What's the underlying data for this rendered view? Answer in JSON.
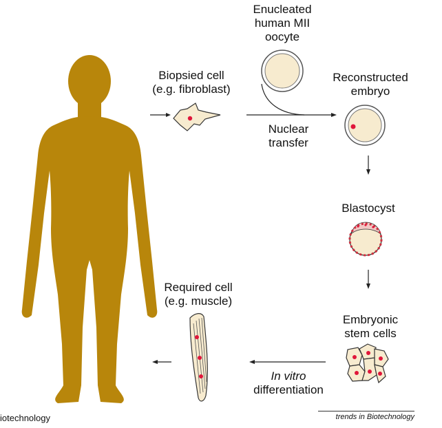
{
  "labels": {
    "oocyte_1": "Enucleated",
    "oocyte_2": "human MII",
    "oocyte_3": "oocyte",
    "biopsied_1": "Biopsied cell",
    "biopsied_2": "(e.g. fibroblast)",
    "reconstructed_1": "Reconstructed",
    "reconstructed_2": "embryo",
    "nuclear_1": "Nuclear",
    "nuclear_2": "transfer",
    "blastocyst": "Blastocyst",
    "required_1": "Required cell",
    "required_2": "(e.g. muscle)",
    "embryonic_1": "Embryonic",
    "embryonic_2": "stem cells",
    "invitro_1": "In vitro",
    "invitro_2": "differentiation"
  },
  "footer": {
    "left": "iotechnology",
    "right": "trends in Biotechnology"
  },
  "colors": {
    "body": "#b8860b",
    "cell_fill": "#f7ebcf",
    "nucleus": "#e0163a",
    "line": "#222222"
  }
}
